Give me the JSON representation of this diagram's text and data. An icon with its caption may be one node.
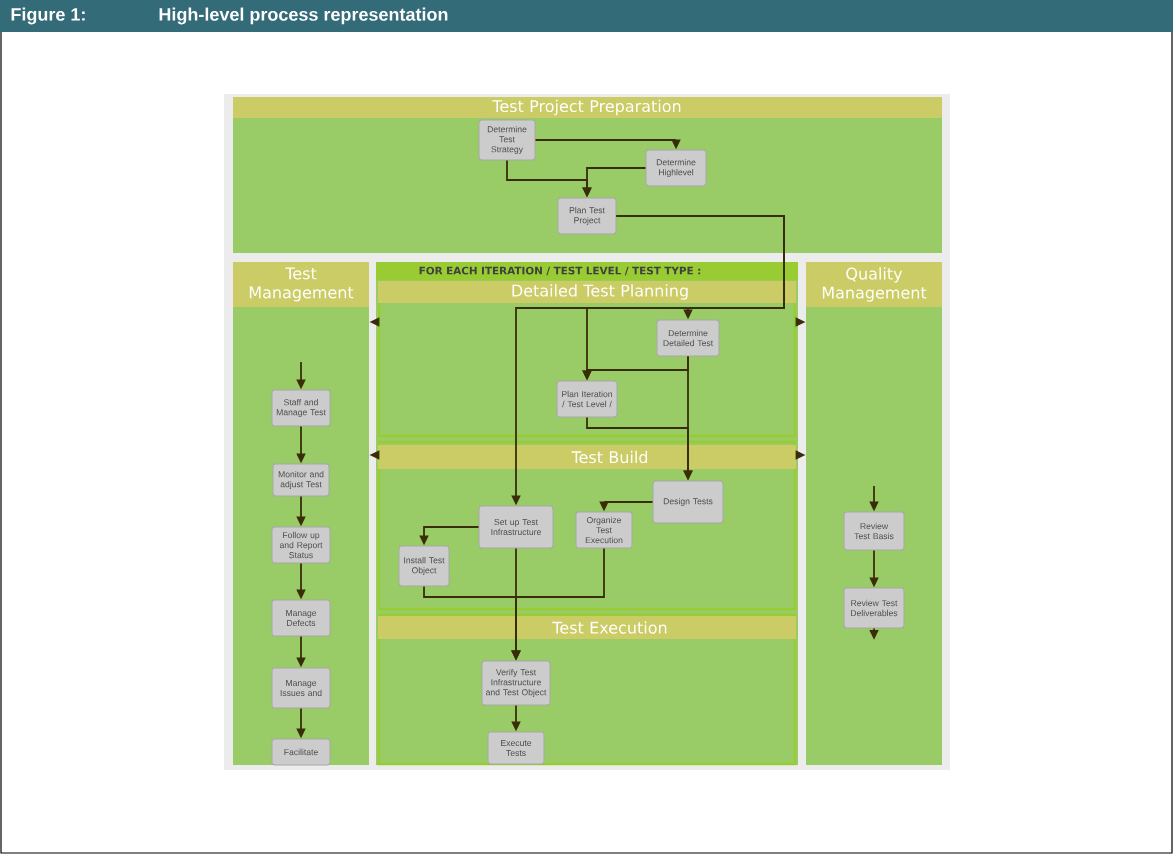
{
  "diagram": {
    "title": "High-level process representation",
    "labels": [
      "Figure 1:"
    ],
    "nodes": [
      {
        "text": [
          "Test Project Preparation"
        ]
      },
      {
        "text": [
          "Determine Test Strategy"
        ],
        "in": 0
      },
      {
        "text": [
          "Determine Highlevel"
        ],
        "in": 0
      },
      {
        "text": [
          "Plan Test Project"
        ],
        "in": 0
      },
      {
        "text": [
          "Test Management"
        ]
      },
      {
        "text": [
          "Staff and Manage Test"
        ],
        "in": 4
      },
      {
        "text": [
          "Monitor and adjust Test"
        ],
        "in": 4
      },
      {
        "text": [
          "Follow up and Report Status"
        ],
        "in": 4
      },
      {
        "text": [
          "Manage Defects"
        ],
        "in": 4
      },
      {
        "text": [
          "Manage Issues and"
        ],
        "in": 4
      },
      {
        "text": [
          "Facilitate"
        ],
        "in": 4
      },
      {
        "text": [
          "FOR EACH ITERATION / TEST LEVEL / TEST TYPE :"
        ]
      },
      {
        "text": [
          "Detailed Test Planning"
        ],
        "in": 11
      },
      {
        "text": [
          "Determine Detailed Test"
        ],
        "in": 12
      },
      {
        "text": [
          "Plan Iteration / Test Level /"
        ],
        "in": 12
      },
      {
        "text": [
          "Test Build"
        ],
        "in": 11
      },
      {
        "text": [
          "Design Tests"
        ],
        "in": 15
      },
      {
        "text": [
          "Set up Test Infrastructure"
        ],
        "in": 15
      },
      {
        "text": [
          "Organize Test Execution"
        ],
        "in": 15
      },
      {
        "text": [
          "Install Test Object"
        ],
        "in": 15
      },
      {
        "text": [
          "Test Execution"
        ],
        "in": 11
      },
      {
        "text": [
          "Verify Test Infrastructure and Test Object"
        ],
        "in": 20
      },
      {
        "text": [
          "Execute Tests"
        ],
        "in": 20
      },
      {
        "text": [
          "Quality Management"
        ]
      },
      {
        "text": [
          "Review Test Basis"
        ],
        "in": 23
      },
      {
        "text": [
          "Review Test Deliverables"
        ],
        "in": 23
      }
    ],
    "edges": [
      {
        "from": 1,
        "to": 2,
        "arrow": "to"
      },
      {
        "from": 1,
        "to": 3,
        "arrow": "to"
      },
      {
        "from": 2,
        "to": 3,
        "arrow": "to"
      },
      {
        "from": 3,
        "to": 13,
        "arrow": "to"
      },
      {
        "from": 3,
        "to": 14,
        "arrow": "to"
      },
      {
        "from": 3,
        "to": 17,
        "arrow": "to"
      },
      {
        "from": 13,
        "to": 14,
        "arrow": "to"
      },
      {
        "from": 14,
        "to": 16,
        "arrow": "to"
      },
      {
        "from": 13,
        "to": 16,
        "arrow": "to"
      },
      {
        "from": 16,
        "to": 18,
        "arrow": "to"
      },
      {
        "from": 17,
        "to": 19,
        "arrow": "to"
      },
      {
        "from": 19,
        "to": 21,
        "arrow": "to"
      },
      {
        "from": 17,
        "to": 21,
        "arrow": "to"
      },
      {
        "from": 18,
        "to": 21,
        "arrow": "to"
      },
      {
        "from": 21,
        "to": 22,
        "arrow": "to"
      },
      {
        "from": 5,
        "to": 6,
        "arrow": "to"
      },
      {
        "from": 6,
        "to": 7,
        "arrow": "to"
      },
      {
        "from": 7,
        "to": 8,
        "arrow": "to"
      },
      {
        "from": 8,
        "to": 9,
        "arrow": "to"
      },
      {
        "from": 9,
        "to": 10,
        "arrow": "to"
      },
      {
        "from": null,
        "to": 5,
        "arrow": "to"
      },
      {
        "from": 24,
        "to": 25,
        "arrow": "to"
      },
      {
        "from": null,
        "to": 24,
        "arrow": "to"
      },
      {
        "from": 25,
        "to": null,
        "arrow": "to"
      },
      {
        "from": 12,
        "to": 4,
        "arrow": "to"
      },
      {
        "from": 15,
        "to": 4,
        "arrow": "to"
      },
      {
        "from": 12,
        "to": 23,
        "arrow": "to"
      },
      {
        "from": 15,
        "to": 23,
        "arrow": "to"
      }
    ]
  }
}
